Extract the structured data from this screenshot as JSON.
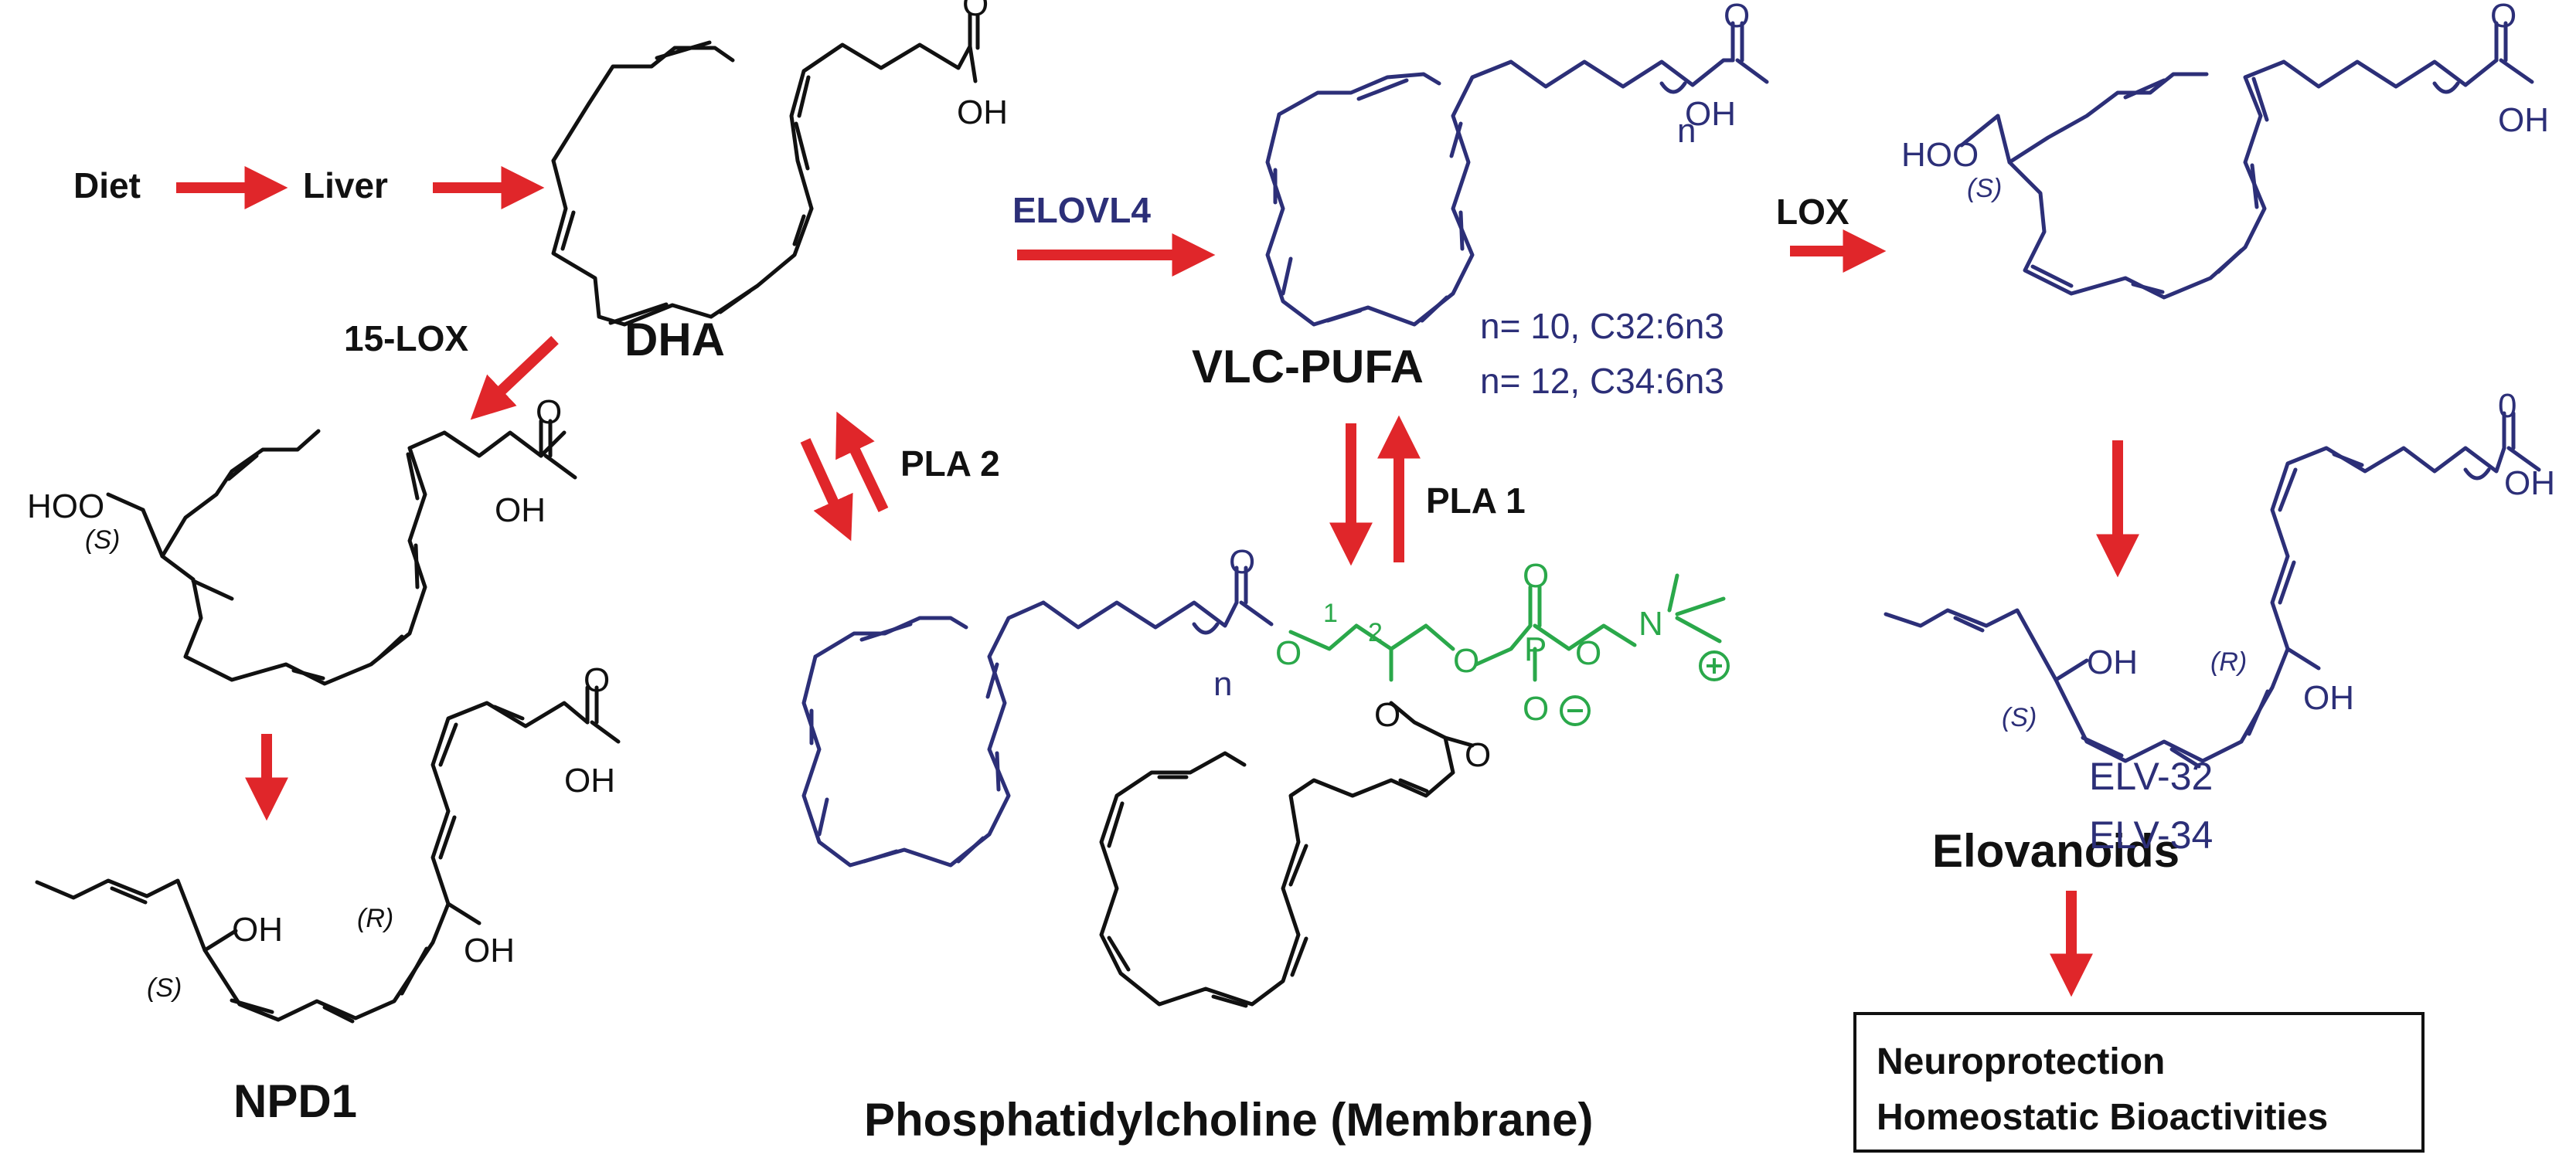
{
  "colors": {
    "arrow": "#e0262a",
    "dark_text": "#111111",
    "blue_text": "#2c2f78",
    "green_text": "#2aa84a"
  },
  "flow": {
    "diet": "Diet",
    "liver": "Liver",
    "dha": "DHA",
    "lox15": "15-LOX",
    "pla2": "PLA 2",
    "elovl4": "ELOVL4",
    "vlc_pufa": "VLC-PUFA",
    "vlc_n10": "n= 10, C32:6n3",
    "vlc_n12": "n= 12, C34:6n3",
    "pla1": "PLA 1",
    "lox": "LOX",
    "npd1": "NPD1",
    "phosphatidylcholine": "Phosphatidylcholine (Membrane)",
    "elovanoids": "Elovanoids",
    "elv32": "ELV-32",
    "elv34": "ELV-34",
    "outcome_line1": "Neuroprotection",
    "outcome_line2": "Homeostatic Bioactivities"
  },
  "atoms": {
    "oh": "OH",
    "o": "O",
    "hoo": "HOO",
    "n_sub": "n",
    "zero": "0",
    "s": "(S)",
    "r": "(R)",
    "n_plus": "N",
    "p": "P",
    "o_minus": "O",
    "locant_1": "1",
    "locant_2": "2"
  }
}
